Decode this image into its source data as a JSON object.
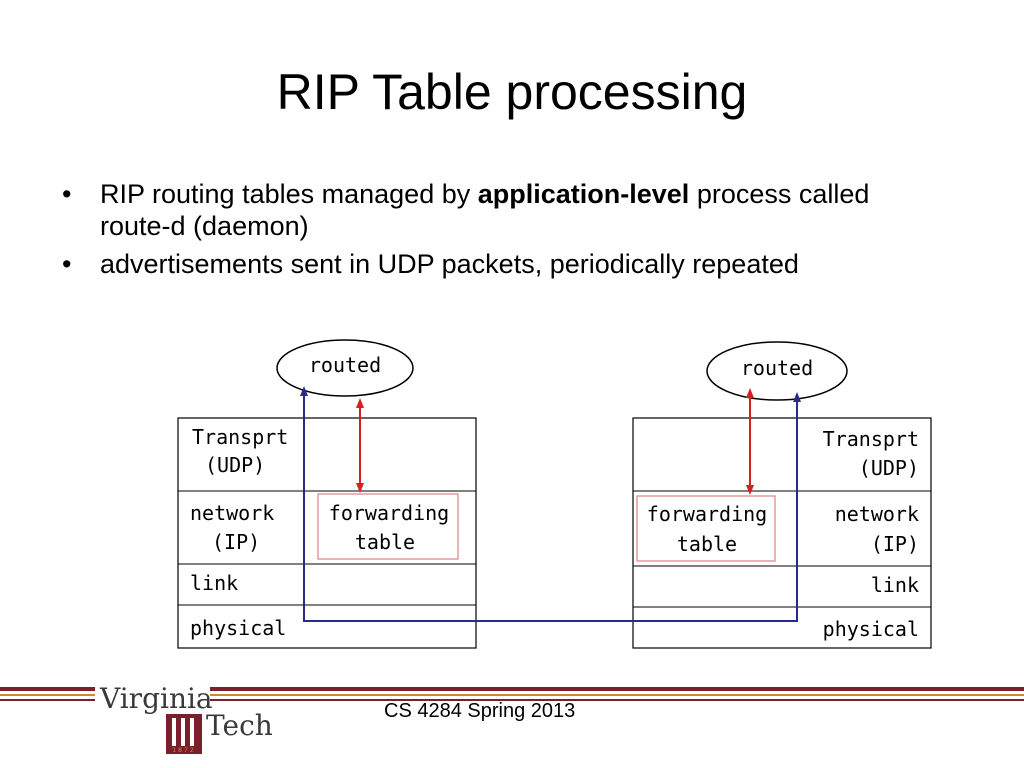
{
  "slide": {
    "title": "RIP Table processing",
    "bullets": [
      {
        "before": "RIP routing tables managed by ",
        "bold": "application-level",
        "after": " process called route-d (daemon)"
      },
      {
        "before": "advertisements sent in UDP packets, periodically repeated",
        "bold": "",
        "after": ""
      }
    ]
  },
  "diagram": {
    "left": {
      "daemon": "routed",
      "transport_1": "Transprt",
      "transport_2": "(UDP)",
      "network_1": "network",
      "network_2": "(IP)",
      "forwarding_1": "forwarding",
      "forwarding_2": "table",
      "link": "link",
      "physical": "physical"
    },
    "right": {
      "daemon": "routed",
      "transport_1": "Transprt",
      "transport_2": "(UDP)",
      "network_1": "network",
      "network_2": "(IP)",
      "forwarding_1": "forwarding",
      "forwarding_2": "table",
      "link": "link",
      "physical": "physical"
    },
    "colors": {
      "local_path": "#d42020",
      "udp_path": "#2a2a8c",
      "table_border": "#e08a8a"
    }
  },
  "footer": {
    "text": "CS 4284 Spring 2013",
    "logo_word_1": "Virginia",
    "logo_word_2": "Tech",
    "logo_year": "1872",
    "colors": {
      "maroon": "#7a1f2b",
      "orange": "#d9823b"
    }
  }
}
